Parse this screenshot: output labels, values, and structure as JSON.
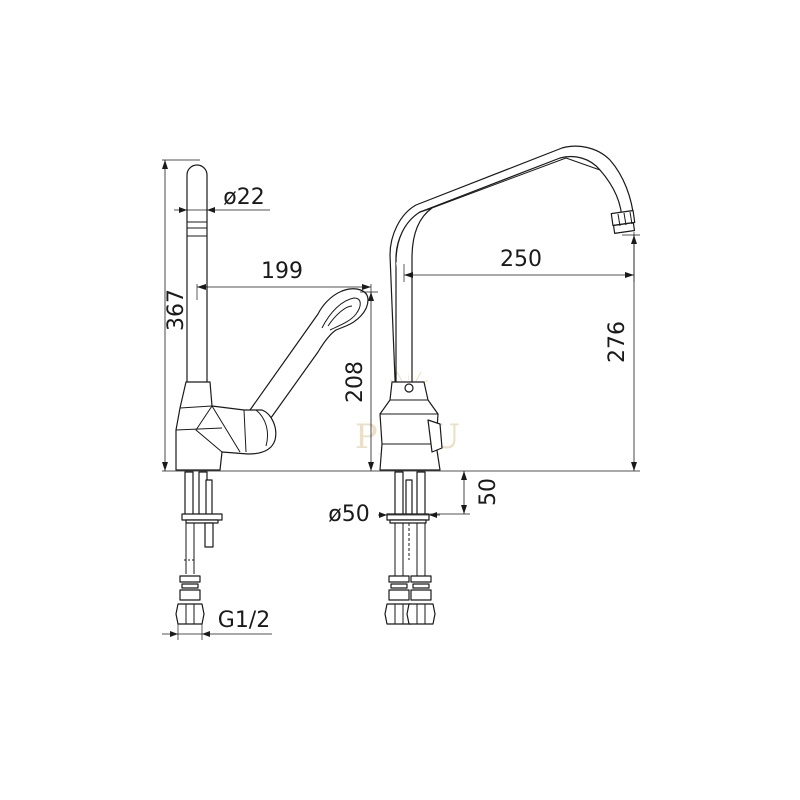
{
  "dimensions": {
    "pipe_diameter": "ø22",
    "lever_reach": "199",
    "total_height": "367",
    "lever_height": "208",
    "spout_reach": "250",
    "spout_height": "276",
    "base_diameter": "ø50",
    "shank_length": "50",
    "thread": "G1/2"
  },
  "watermark": {
    "brand": "PECU"
  }
}
